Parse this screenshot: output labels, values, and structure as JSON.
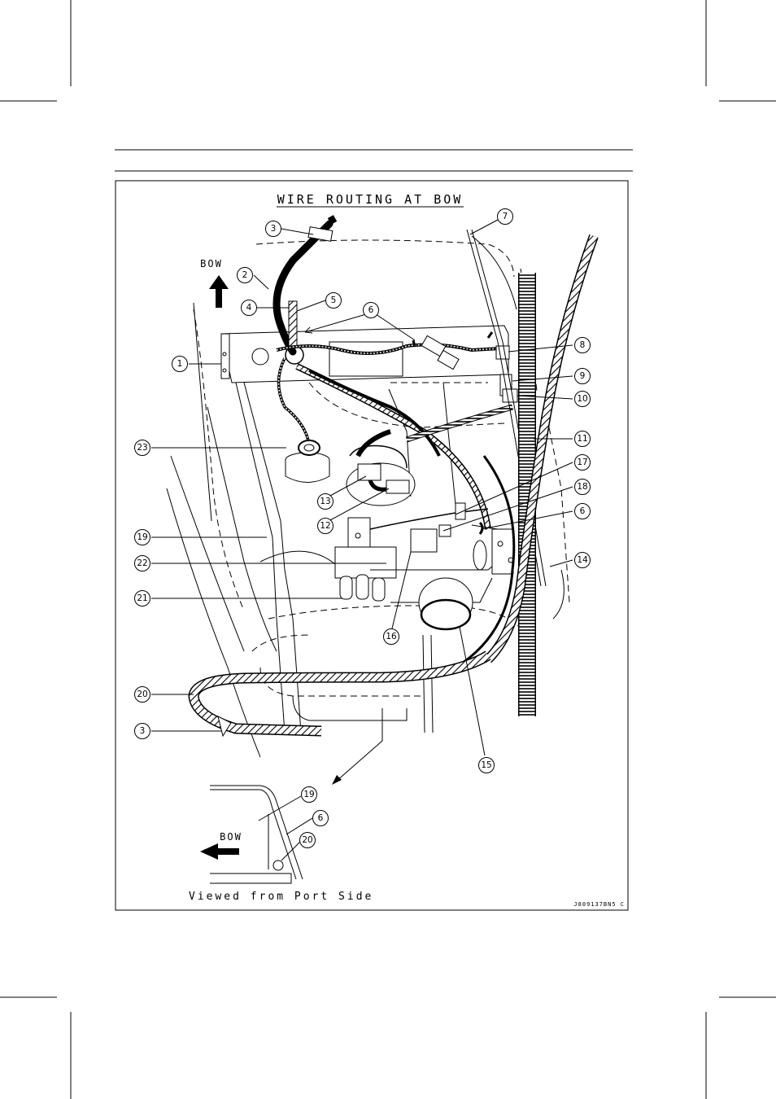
{
  "diagram": {
    "title": "WIRE ROUTING AT BOW",
    "bow_label_main": "BOW",
    "bow_label_inset": "BOW",
    "inset_caption": "Viewed from Port Side",
    "drawing_code": "J809137BN5 C",
    "callouts": [
      {
        "id": "c1",
        "number": "1"
      },
      {
        "id": "c2",
        "number": "2"
      },
      {
        "id": "c3a",
        "number": "3"
      },
      {
        "id": "c3b",
        "number": "3"
      },
      {
        "id": "c4",
        "number": "4"
      },
      {
        "id": "c5",
        "number": "5"
      },
      {
        "id": "c6a",
        "number": "6"
      },
      {
        "id": "c6b",
        "number": "6"
      },
      {
        "id": "c6c",
        "number": "6"
      },
      {
        "id": "c7",
        "number": "7"
      },
      {
        "id": "c8",
        "number": "8"
      },
      {
        "id": "c9",
        "number": "9"
      },
      {
        "id": "c10",
        "number": "10"
      },
      {
        "id": "c11",
        "number": "11"
      },
      {
        "id": "c12",
        "number": "12"
      },
      {
        "id": "c13",
        "number": "13"
      },
      {
        "id": "c14",
        "number": "14"
      },
      {
        "id": "c15",
        "number": "15"
      },
      {
        "id": "c16",
        "number": "16"
      },
      {
        "id": "c17",
        "number": "17"
      },
      {
        "id": "c18",
        "number": "18"
      },
      {
        "id": "c19a",
        "number": "19"
      },
      {
        "id": "c19b",
        "number": "19"
      },
      {
        "id": "c20a",
        "number": "20"
      },
      {
        "id": "c20b",
        "number": "20"
      },
      {
        "id": "c21",
        "number": "21"
      },
      {
        "id": "c22",
        "number": "22"
      },
      {
        "id": "c23",
        "number": "23"
      }
    ]
  }
}
